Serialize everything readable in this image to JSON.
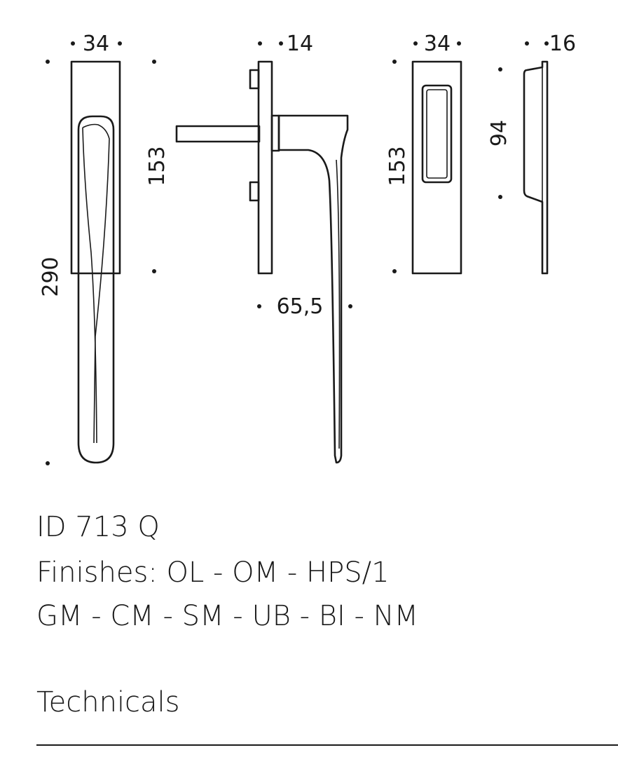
{
  "product": {
    "code": "ID 713 Q",
    "finishes_line1": "Finishes: OL - OM - HPS/1",
    "finishes_line2": "GM - CM - SM - UB - BI - NM"
  },
  "section": {
    "label": "Technicals"
  },
  "dimensions": {
    "front_width": "34",
    "front_height": "290",
    "front_rose_height": "153",
    "side_depth": "14",
    "side_projection": "65,5",
    "cover_width": "34",
    "cover_height": "153",
    "cover_side_depth": "16",
    "cover_side_height": "94"
  },
  "colors": {
    "line": "#1a1a1a",
    "background": "#ffffff"
  }
}
